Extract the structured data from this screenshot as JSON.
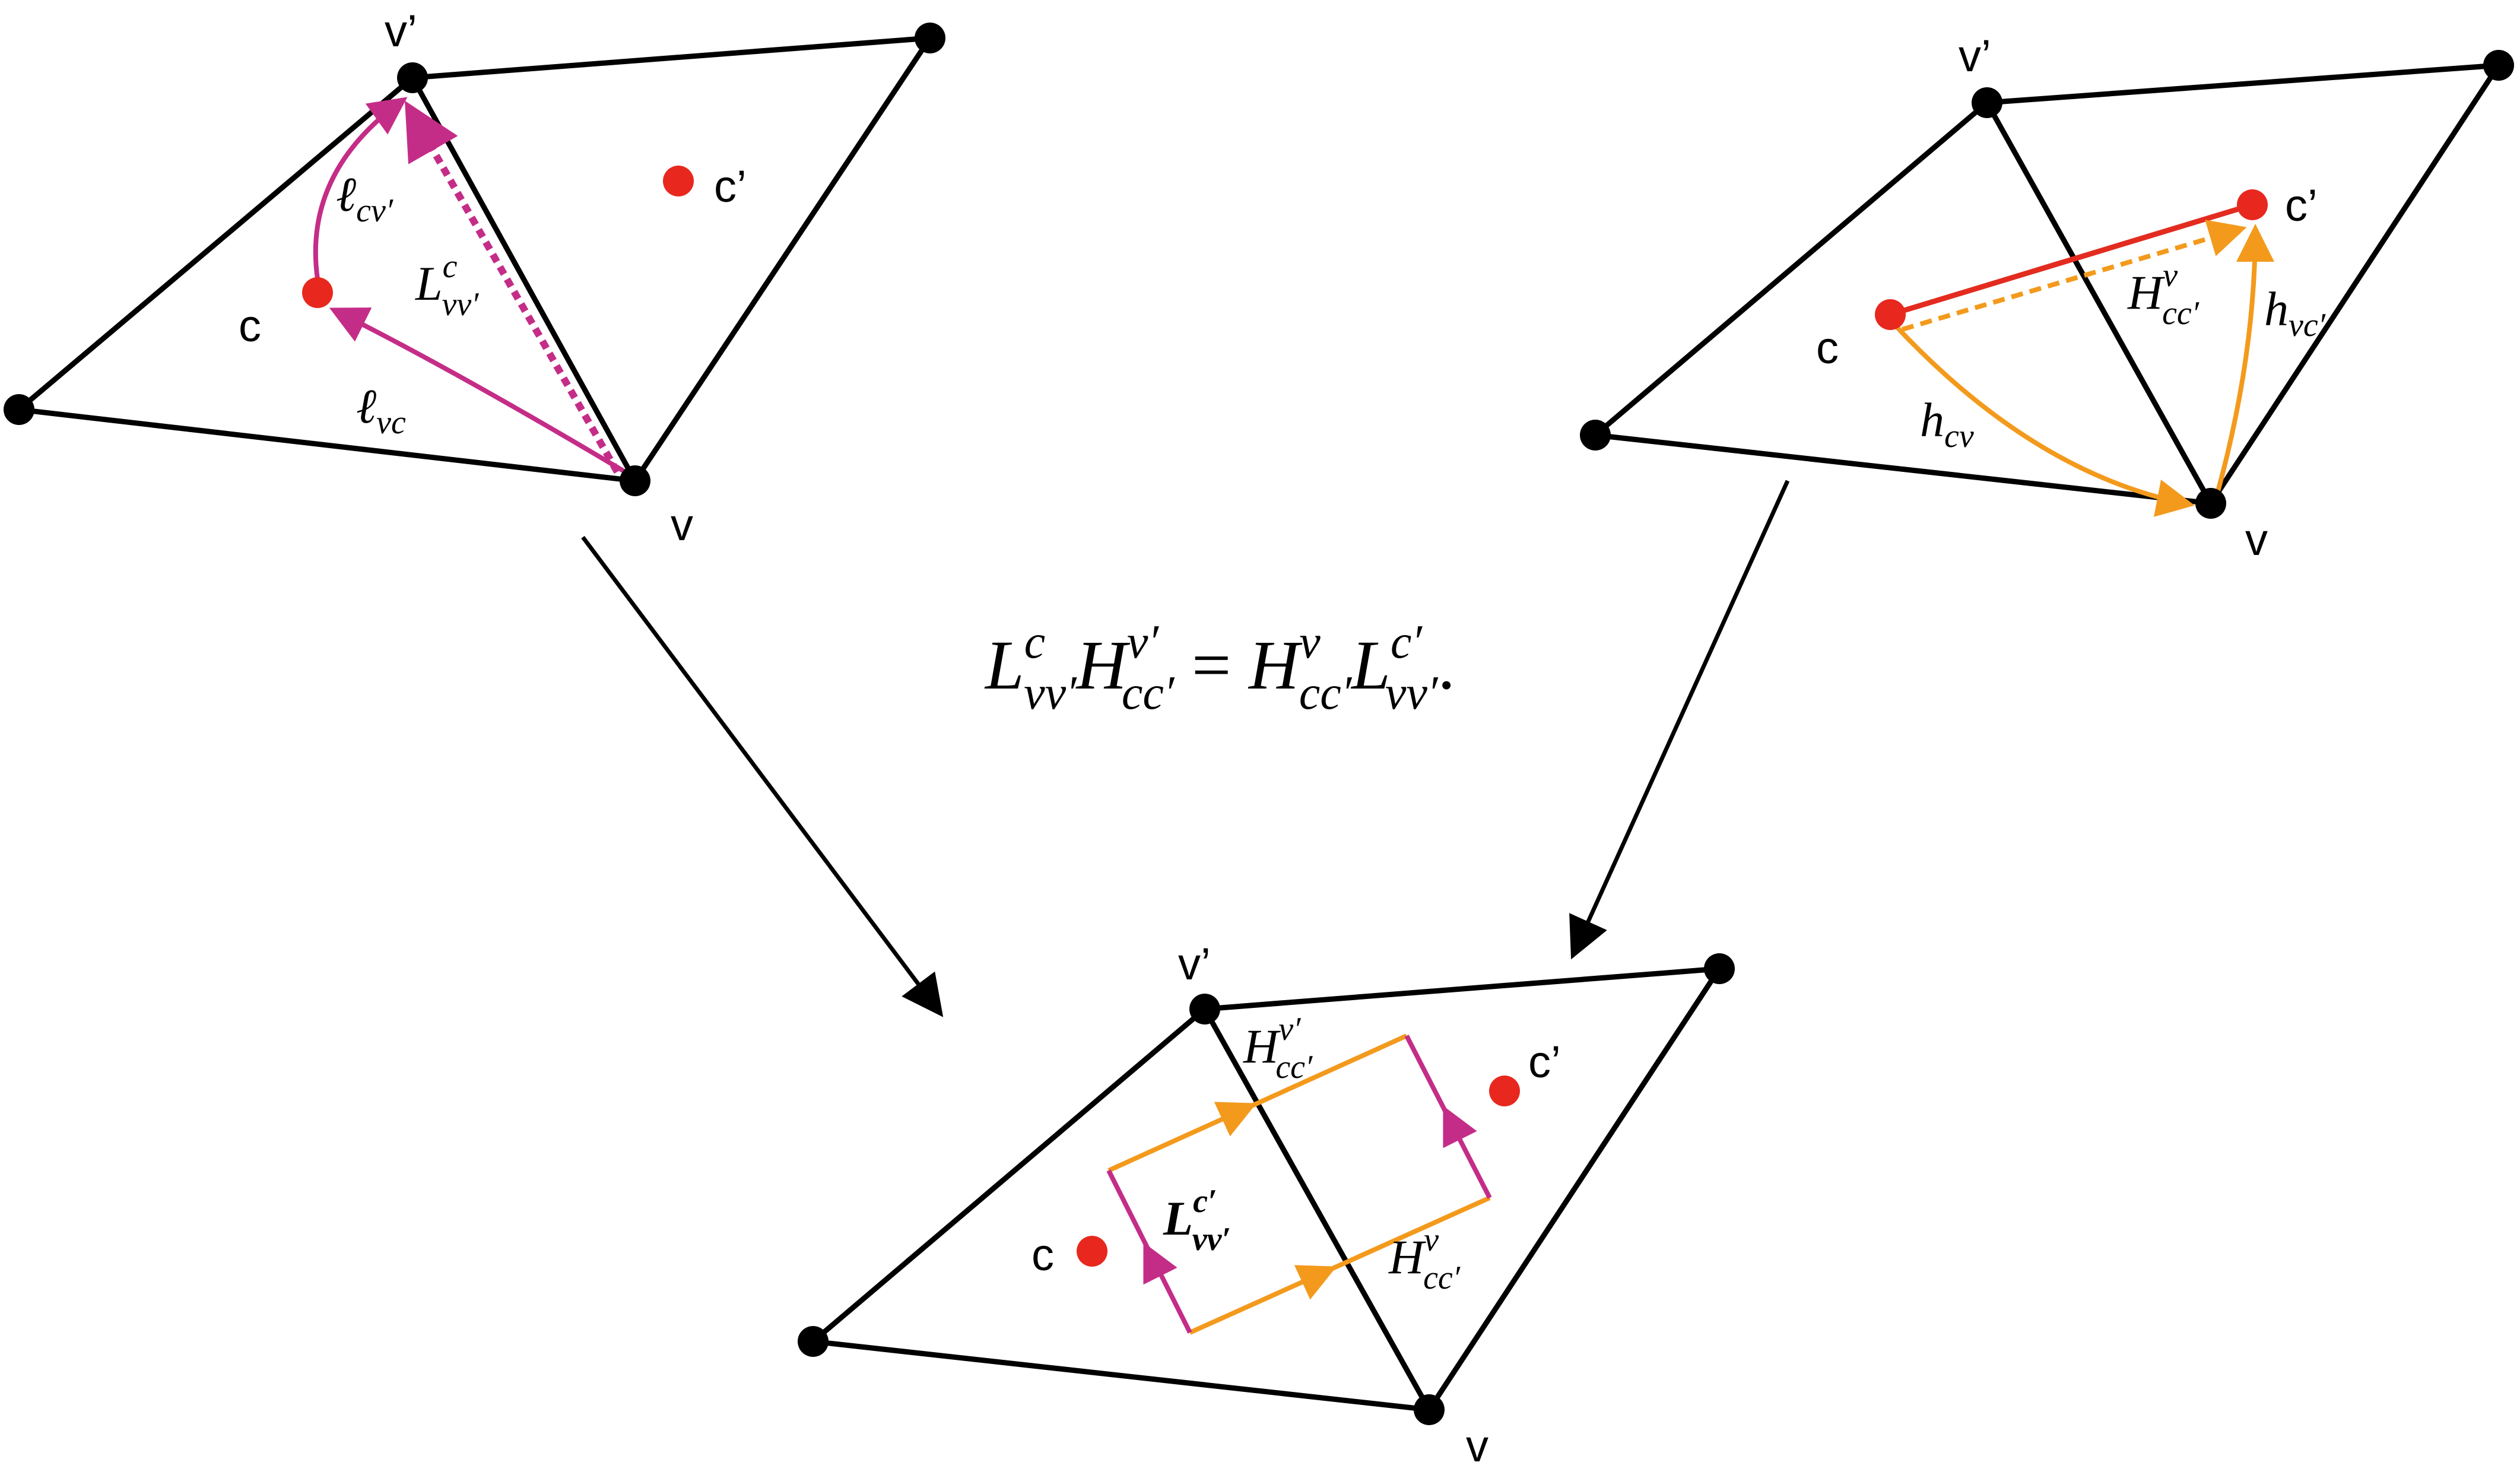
{
  "colors": {
    "edge": "#000000",
    "center": "#e8281e",
    "magenta": "#c42d87",
    "orange": "#f39a1d",
    "red_line": "#e32b1f"
  },
  "labels": {
    "v": "v",
    "v_prime": "v’",
    "c": "c",
    "c_prime": "c’"
  },
  "panel_left": {
    "ell_cvp": {
      "base": "ℓ",
      "sub": "cv′"
    },
    "ell_vc": {
      "base": "ℓ",
      "sub": "vc"
    },
    "L": {
      "base": "L",
      "sup": "c",
      "sub": "vv′"
    }
  },
  "panel_right": {
    "H": {
      "base": "H",
      "sup": "v",
      "sub": "cc′"
    },
    "h_cv": {
      "base": "h",
      "sub": "cv"
    },
    "h_vcp": {
      "base": "h",
      "sub": "vc′"
    }
  },
  "panel_bottom": {
    "H_top": {
      "base": "H",
      "sup": "v′",
      "sub": "cc′"
    },
    "H_bottom": {
      "base": "H",
      "sup": "v",
      "sub": "cc′"
    },
    "L": {
      "base": "L",
      "sup": "c′",
      "sub": "vv′"
    }
  },
  "equation": {
    "t1_base": "L",
    "t1_sup": "c",
    "t1_sub": "vv′",
    "t2_base": "H",
    "t2_sup": "v′",
    "t2_sub": "cc′",
    "equals": " = ",
    "t3_base": "H",
    "t3_sup": "v",
    "t3_sub": "cc′",
    "t4_base": "L",
    "t4_sup": "c′",
    "t4_sub": "vv′",
    "end": "."
  }
}
